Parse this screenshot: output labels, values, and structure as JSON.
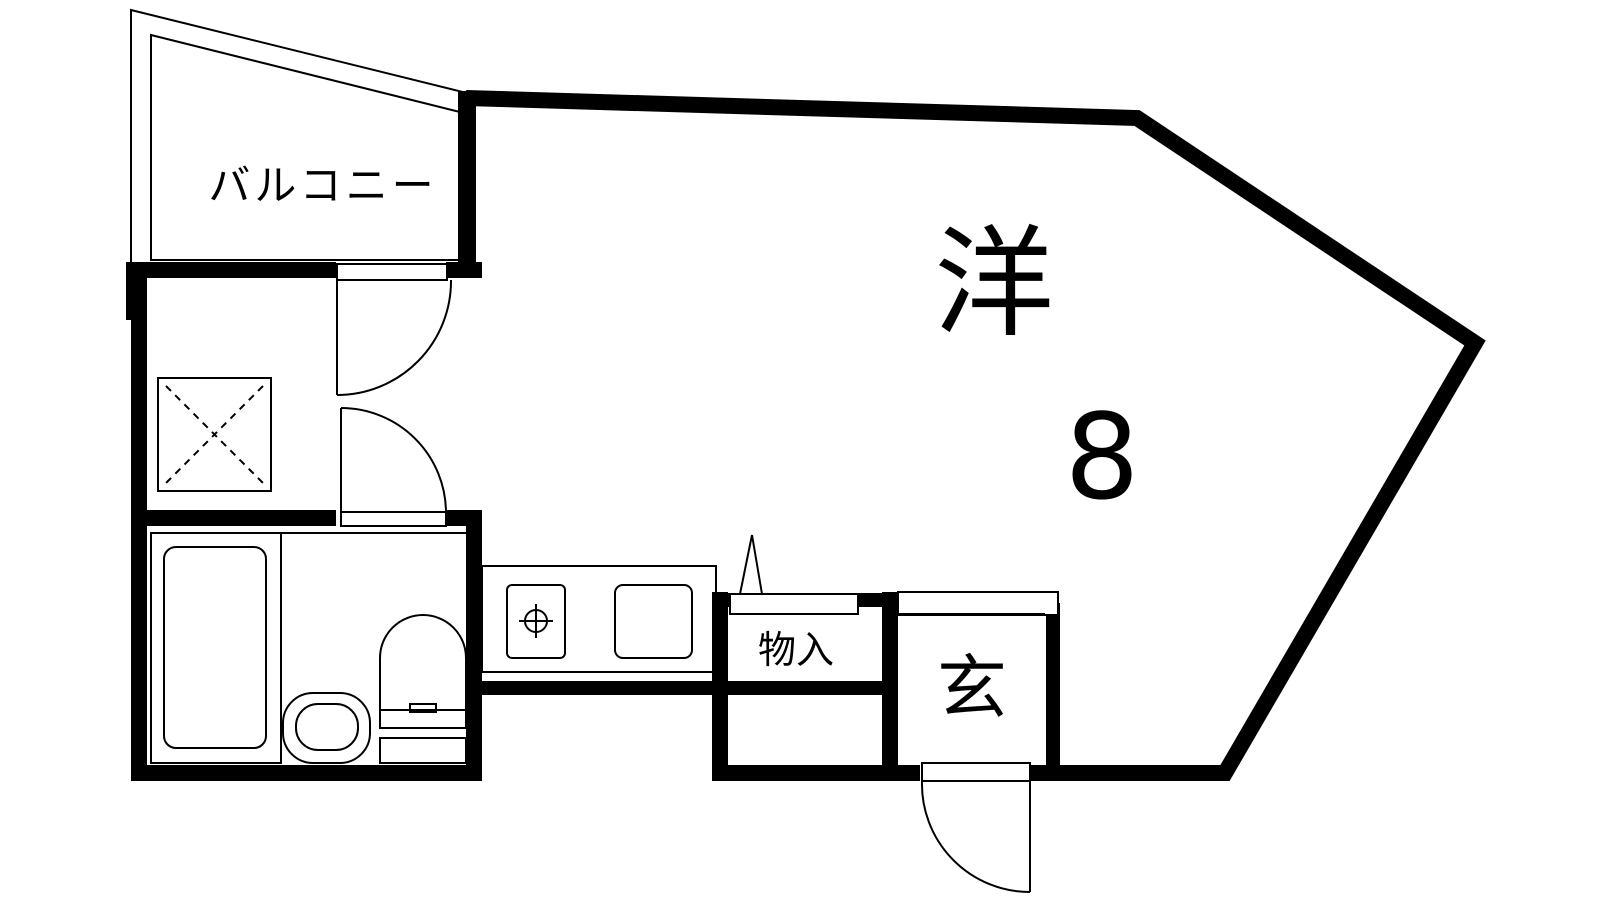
{
  "rooms": {
    "balcony": "バルコニー",
    "western_room": "洋",
    "western_room_size": "8",
    "storage": "物入",
    "entrance": "玄"
  }
}
